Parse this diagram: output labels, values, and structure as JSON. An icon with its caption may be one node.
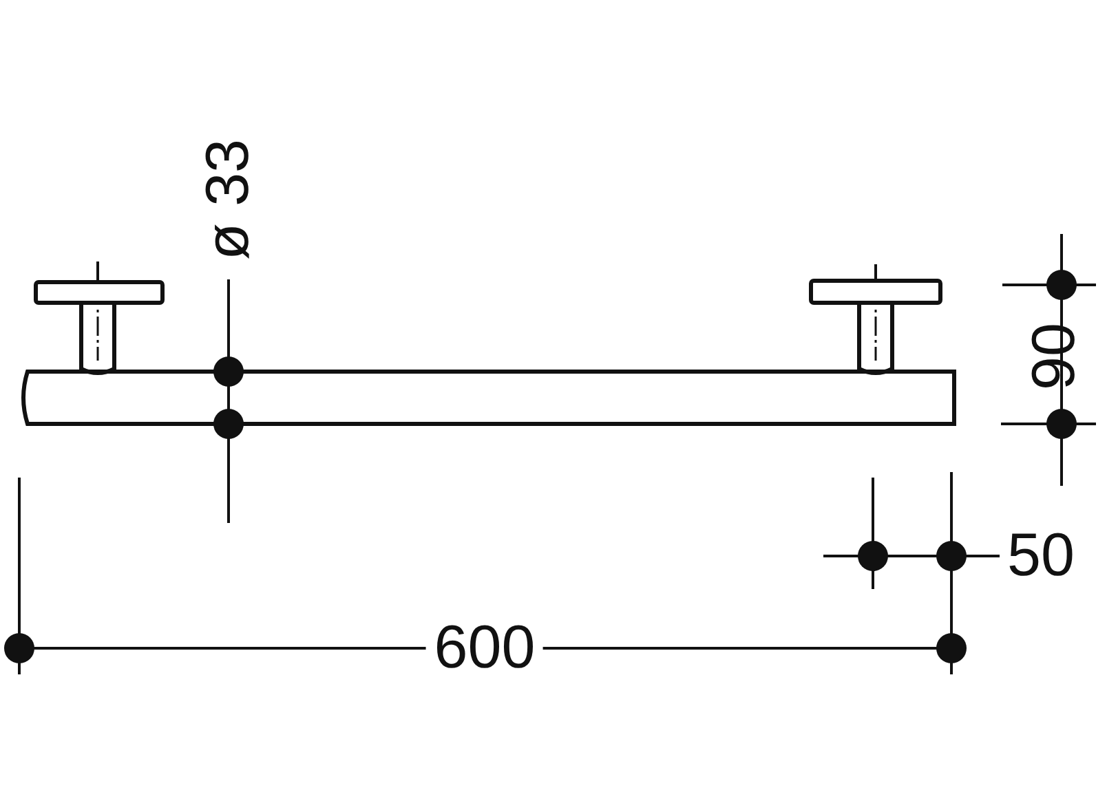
{
  "diagram": {
    "labels": [
      "ø 33",
      "90",
      "50",
      "600"
    ]
  }
}
